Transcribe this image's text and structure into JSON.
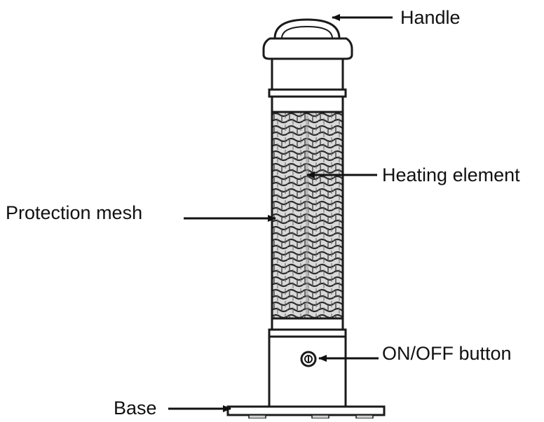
{
  "labels": {
    "handle": "Handle",
    "heating_element": "Heating element",
    "protection_mesh": "Protection mesh",
    "on_off_button": "ON/OFF button",
    "base": "Base"
  },
  "colors": {
    "line": "#1a1a1a",
    "mesh": "#2b2b2b",
    "mesh_light": "#bdbdbd"
  }
}
